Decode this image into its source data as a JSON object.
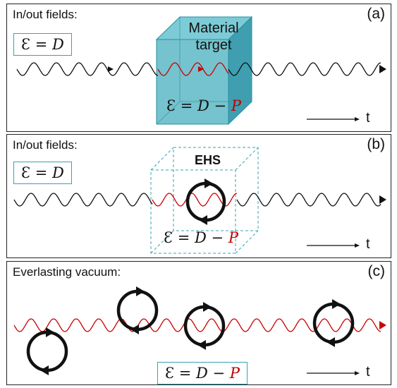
{
  "panels": [
    {
      "id": "a",
      "title": "In/out fields:",
      "tag": "(a)",
      "outer_equation": {
        "lhs": "Ɛ = ",
        "d": "D"
      },
      "inner_equation": {
        "lhs": "Ɛ = ",
        "d": "D",
        "minus": " − ",
        "p": "P"
      },
      "cube_label": [
        "Material",
        "target"
      ],
      "time_label": "t"
    },
    {
      "id": "b",
      "title": "In/out fields:",
      "tag": "(b)",
      "outer_equation": {
        "lhs": "Ɛ = ",
        "d": "D"
      },
      "inner_equation": {
        "lhs": "Ɛ = ",
        "d": "D",
        "minus": " − ",
        "p": "P"
      },
      "cube_label": "EHS",
      "time_label": "t"
    },
    {
      "id": "c",
      "title": "Everlasting vacuum:",
      "tag": "(c)",
      "inner_equation": {
        "lhs": "Ɛ = ",
        "d": "D",
        "minus": " − ",
        "p": "P"
      },
      "time_label": "t"
    }
  ],
  "colors": {
    "wave_black": "#111111",
    "wave_red": "#cc0000",
    "cube_fill": "#3aa7b8",
    "border_teal": "#37a3b3",
    "p_red": "#c00000"
  }
}
